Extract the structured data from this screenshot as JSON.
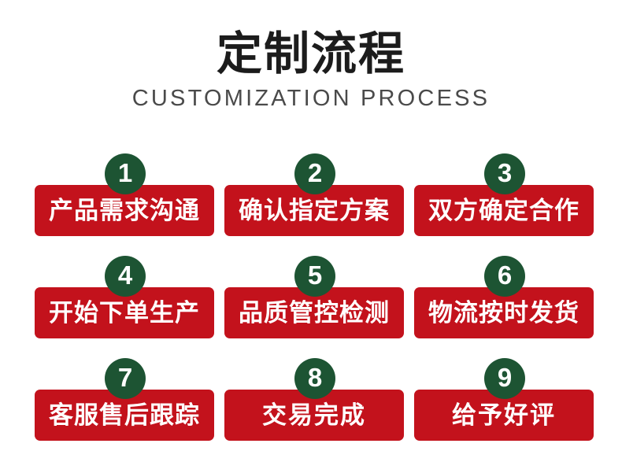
{
  "header": {
    "title": "定制流程",
    "subtitle": "CUSTOMIZATION PROCESS"
  },
  "colors": {
    "badge_green": "#1d5433",
    "box_red": "#c3121c",
    "title_text": "#1c1c1c",
    "subtitle_text": "#4a4a4a",
    "label_text": "#ffffff",
    "background": "#ffffff"
  },
  "steps": [
    {
      "number": "1",
      "label": "产品需求沟通"
    },
    {
      "number": "2",
      "label": "确认指定方案"
    },
    {
      "number": "3",
      "label": "双方确定合作"
    },
    {
      "number": "4",
      "label": "开始下单生产"
    },
    {
      "number": "5",
      "label": "品质管控检测"
    },
    {
      "number": "6",
      "label": "物流按时发货"
    },
    {
      "number": "7",
      "label": "客服售后跟踪"
    },
    {
      "number": "8",
      "label": "交易完成"
    },
    {
      "number": "9",
      "label": "给予好评"
    }
  ]
}
